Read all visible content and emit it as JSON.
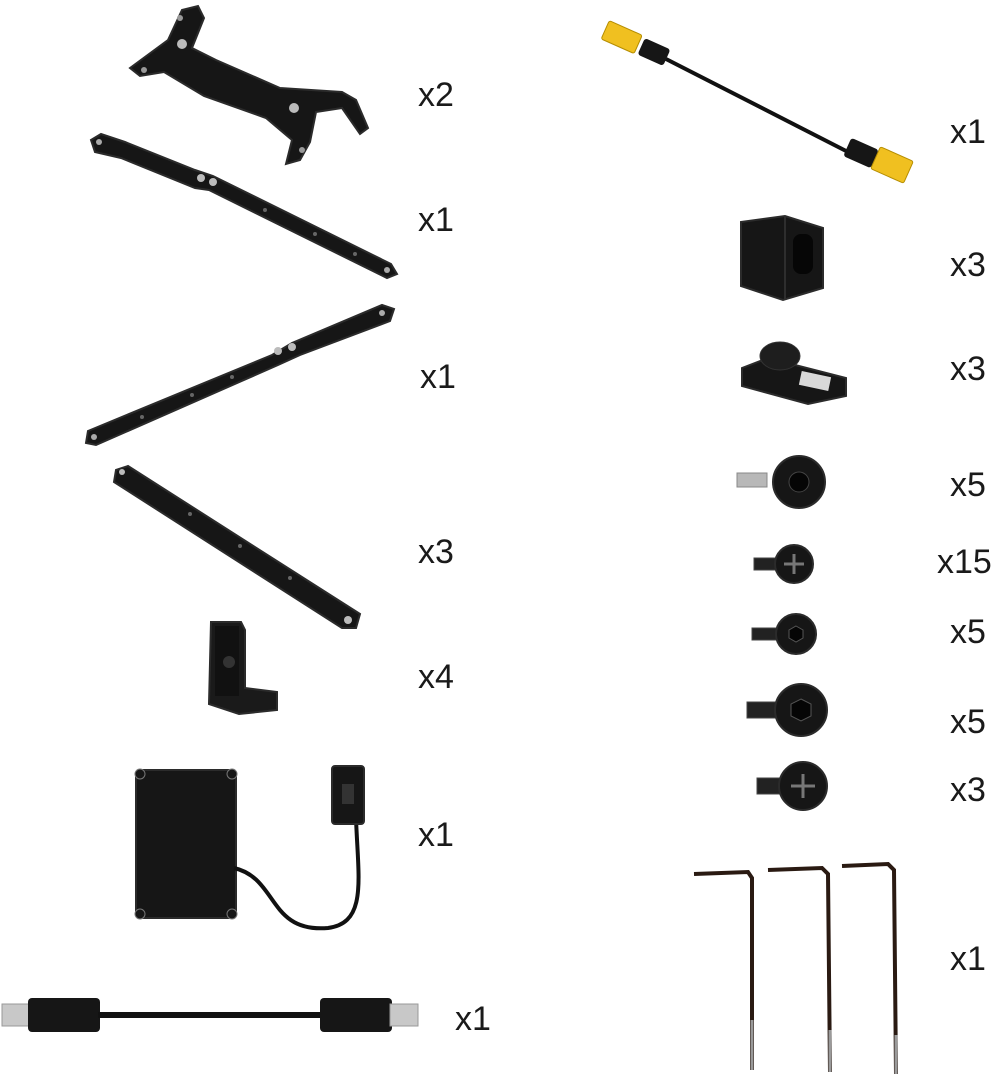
{
  "colors": {
    "part": "#141414",
    "part_edge": "#2a2a2a",
    "connector_yellow": "#f0c020",
    "wire": "#111111",
    "steel": "#9a9a9a",
    "background": "#ffffff"
  },
  "items": [
    {
      "part_icon": "gimbal-bracket-icon",
      "quantity": "x2"
    },
    {
      "part_icon": "linkage-arm-long-icon",
      "quantity": "x1"
    },
    {
      "part_icon": "linkage-arm-reverse-icon",
      "quantity": "x1"
    },
    {
      "part_icon": "straight-rail-icon",
      "quantity": "x3"
    },
    {
      "part_icon": "l-mount-block-icon",
      "quantity": "x4"
    },
    {
      "part_icon": "battery-box-icon",
      "quantity": "x1"
    },
    {
      "part_icon": "usb-cable-icon",
      "quantity": "x1"
    },
    {
      "part_icon": "xt-power-cable-icon",
      "quantity": "x1"
    },
    {
      "part_icon": "cable-clip-icon",
      "quantity": "x3"
    },
    {
      "part_icon": "adhesive-clip-icon",
      "quantity": "x3"
    },
    {
      "part_icon": "thumb-screw-icon",
      "quantity": "x5"
    },
    {
      "part_icon": "phillips-screw-small-icon",
      "quantity": "x15"
    },
    {
      "part_icon": "hex-screw-small-icon",
      "quantity": "x5"
    },
    {
      "part_icon": "hex-screw-large-icon",
      "quantity": "x5"
    },
    {
      "part_icon": "phillips-screw-large-icon",
      "quantity": "x3"
    },
    {
      "part_icon": "hex-key-set-icon",
      "quantity": "x1"
    }
  ]
}
